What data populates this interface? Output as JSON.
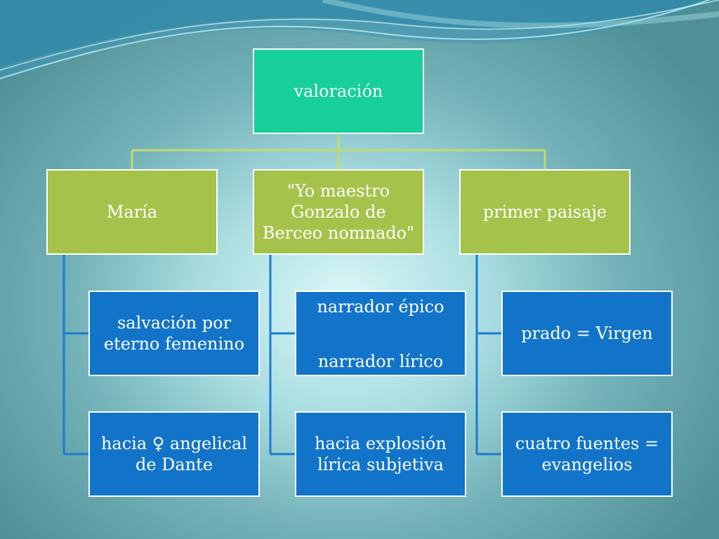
{
  "colors": {
    "root": "#16cf9b",
    "level1": "#a5c24a",
    "level2": "#1274c9",
    "connector_top": "#c7d96b",
    "connector_child": "#1a7bcf",
    "border": "#ffffff"
  },
  "diagram": {
    "root": {
      "label": "valoración"
    },
    "branches": [
      {
        "label": "María",
        "children": [
          {
            "label": "salvación por eterno femenino"
          },
          {
            "label": "hacia ♀ angelical de Dante"
          }
        ]
      },
      {
        "label": "\"Yo maestro Gonzalo de Berceo nomnado\"",
        "children": [
          {
            "label_top": "narrador épico",
            "label_bottom": "narrador lírico"
          },
          {
            "label": "hacia explosión lírica subjetiva"
          }
        ]
      },
      {
        "label": "primer paisaje",
        "children": [
          {
            "label": "prado = Virgen"
          },
          {
            "label": "cuatro fuentes = evangelios"
          }
        ]
      }
    ]
  }
}
